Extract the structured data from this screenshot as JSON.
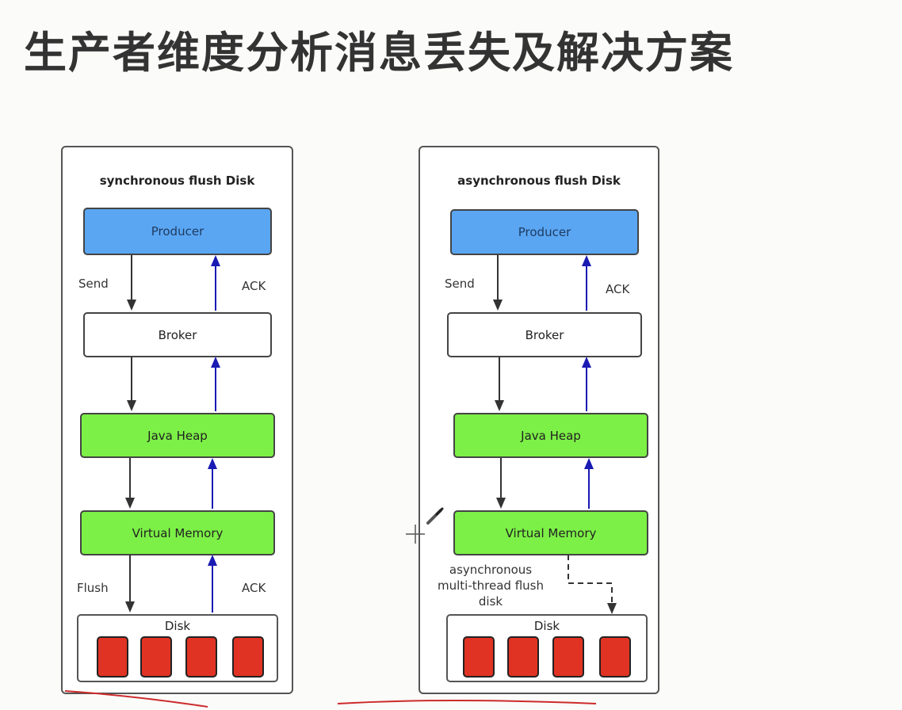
{
  "page": {
    "title": "生产者维度分析消息丢失及解决方案"
  },
  "panels": [
    {
      "title": "synchronous flush Disk",
      "producer": "Producer",
      "broker": "Broker",
      "java_heap": "Java Heap",
      "virtual_memory": "Virtual Memory",
      "disk": "Disk",
      "send_label": "Send",
      "ack_top_label": "ACK",
      "flush_label": "Flush",
      "ack_bottom_label": "ACK"
    },
    {
      "title": "asynchronous flush Disk",
      "producer": "Producer",
      "broker": "Broker",
      "java_heap": "Java Heap",
      "virtual_memory": "Virtual Memory",
      "disk": "Disk",
      "send_label": "Send",
      "ack_top_label": "ACK",
      "async_note": "asynchronous multi-thread flush disk"
    }
  ],
  "colors": {
    "producer": "#5aa6f3",
    "memory": "#7cf046",
    "disk_block": "#e13323",
    "ack_arrow": "#1a1ab4",
    "flow_arrow": "#333333",
    "underline": "#cc2b2b"
  }
}
